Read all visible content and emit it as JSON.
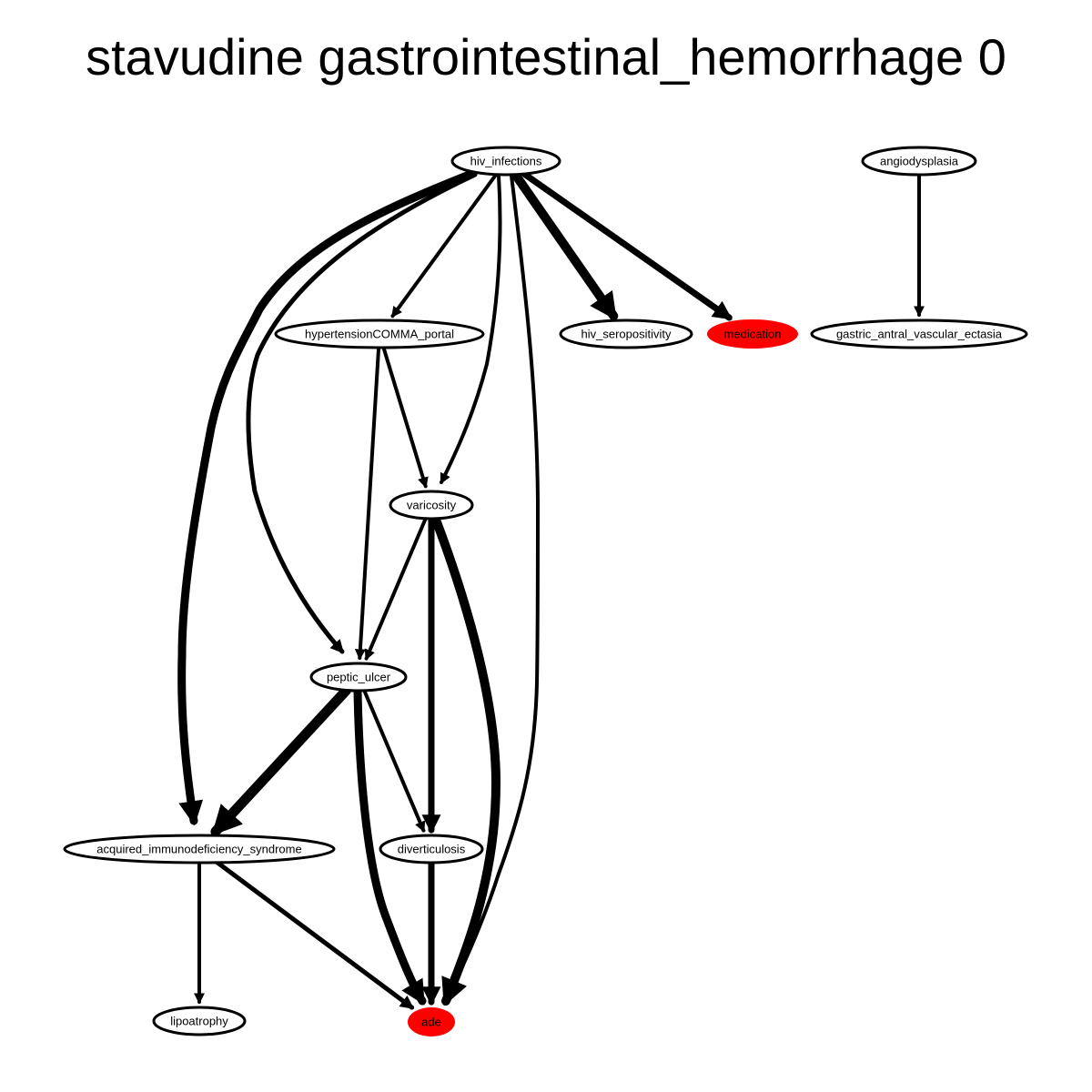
{
  "title": "stavudine gastrointestinal_hemorrhage 0",
  "colors": {
    "highlight": "#ff0000",
    "default_fill": "#ffffff",
    "stroke": "#000000"
  },
  "nodes": [
    {
      "id": "hiv_infections",
      "label": "hiv_infections",
      "highlight": false
    },
    {
      "id": "angiodysplasia",
      "label": "angiodysplasia",
      "highlight": false
    },
    {
      "id": "hypertension_portal",
      "label": "hypertensionCOMMA_portal",
      "highlight": false
    },
    {
      "id": "hiv_seropositivity",
      "label": "hiv_seropositivity",
      "highlight": false
    },
    {
      "id": "medication",
      "label": "medication",
      "highlight": true
    },
    {
      "id": "gave",
      "label": "gastric_antral_vascular_ectasia",
      "highlight": false
    },
    {
      "id": "varicosity",
      "label": "varicosity",
      "highlight": false
    },
    {
      "id": "peptic_ulcer",
      "label": "peptic_ulcer",
      "highlight": false
    },
    {
      "id": "aids",
      "label": "acquired_immunodeficiency_syndrome",
      "highlight": false
    },
    {
      "id": "diverticulosis",
      "label": "diverticulosis",
      "highlight": false
    },
    {
      "id": "lipoatrophy",
      "label": "lipoatrophy",
      "highlight": false
    },
    {
      "id": "ade",
      "label": "ade",
      "highlight": true
    }
  ],
  "edges": [
    {
      "from": "hiv_infections",
      "to": "aids",
      "weight": 9
    },
    {
      "from": "hiv_infections",
      "to": "peptic_ulcer",
      "weight": 5
    },
    {
      "from": "hiv_infections",
      "to": "hypertension_portal",
      "weight": 4
    },
    {
      "from": "hiv_infections",
      "to": "varicosity",
      "weight": 4
    },
    {
      "from": "hiv_infections",
      "to": "ade",
      "weight": 4
    },
    {
      "from": "hiv_infections",
      "to": "hiv_seropositivity",
      "weight": 10
    },
    {
      "from": "hiv_infections",
      "to": "medication",
      "weight": 7
    },
    {
      "from": "angiodysplasia",
      "to": "gave",
      "weight": 4
    },
    {
      "from": "hypertension_portal",
      "to": "peptic_ulcer",
      "weight": 4
    },
    {
      "from": "hypertension_portal",
      "to": "varicosity",
      "weight": 4
    },
    {
      "from": "varicosity",
      "to": "peptic_ulcer",
      "weight": 4
    },
    {
      "from": "varicosity",
      "to": "diverticulosis",
      "weight": 7
    },
    {
      "from": "varicosity",
      "to": "ade",
      "weight": 10
    },
    {
      "from": "peptic_ulcer",
      "to": "aids",
      "weight": 11
    },
    {
      "from": "peptic_ulcer",
      "to": "diverticulosis",
      "weight": 4
    },
    {
      "from": "peptic_ulcer",
      "to": "ade",
      "weight": 9
    },
    {
      "from": "aids",
      "to": "lipoatrophy",
      "weight": 4
    },
    {
      "from": "aids",
      "to": "ade",
      "weight": 5
    },
    {
      "from": "diverticulosis",
      "to": "ade",
      "weight": 7
    }
  ]
}
